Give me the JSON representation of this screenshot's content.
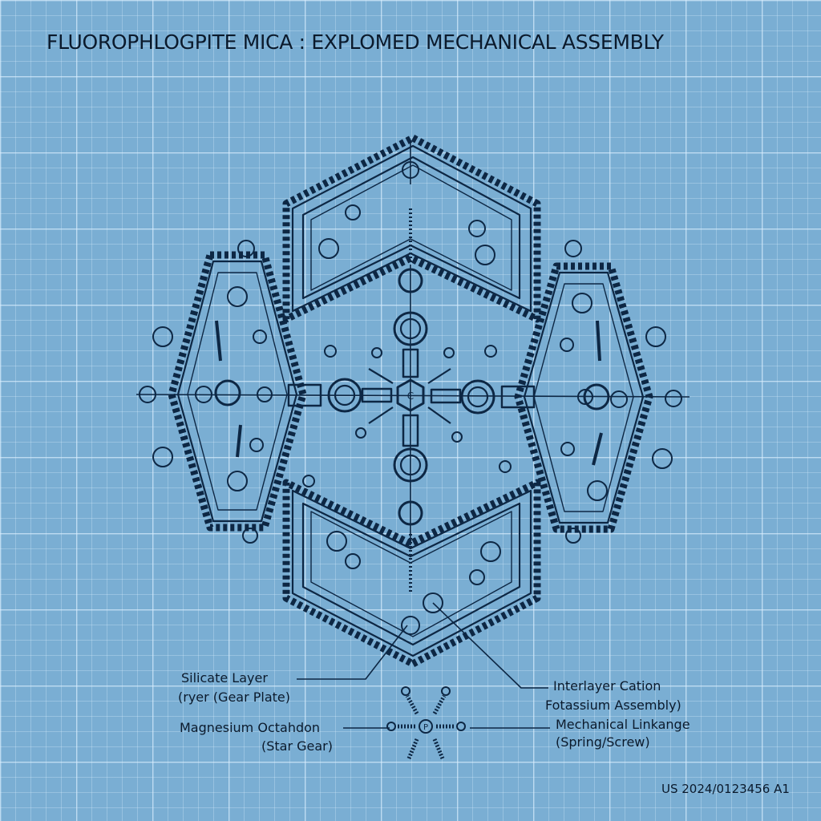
{
  "title": "FLUOROPHLOGPITE MICA :   EXPLOMED MECHANICAL ASSEMBLY",
  "labels": {
    "silicate_1": "Silicate Layer",
    "silicate_2": "(ryer (Gear Plate)",
    "magnesium_1": "Magnesium Octahdon",
    "magnesium_2": "(Star Gear)",
    "cation_1": "Interlayer Cation",
    "cation_2": "Fotassium Assembly)",
    "linkage_1": "Mechanical Linkange",
    "linkage_2": "(Spring/Screw)",
    "hub_letter": "C",
    "star_letter": "P"
  },
  "patent_number": "US 2024/0123456 A1",
  "colors": {
    "background": "#7aaed3",
    "grid": "#dcf0ff",
    "ink": "#0d2744"
  }
}
